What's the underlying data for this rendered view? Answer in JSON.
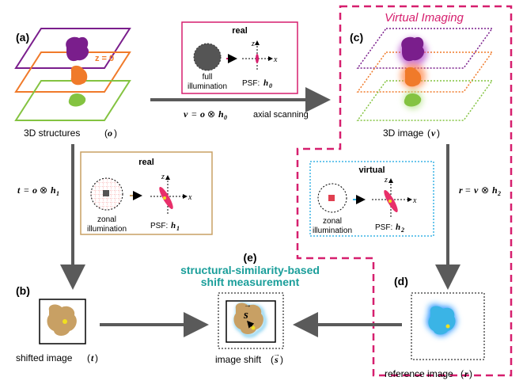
{
  "panels": {
    "a": {
      "tag": "(a)",
      "caption": "3D structures",
      "symbol": "o",
      "plane_label": "z = 0"
    },
    "b": {
      "tag": "(b)",
      "caption": "shifted image",
      "symbol": "t"
    },
    "c": {
      "tag": "(c)",
      "caption": "3D image",
      "symbol": "v",
      "section_title": "Virtual Imaging"
    },
    "d": {
      "tag": "(d)",
      "caption": "reference image",
      "symbol": "r"
    },
    "e": {
      "tag": "(e)",
      "title_line1": "structural-similarity-based",
      "title_line2": "shift measurement",
      "caption": "image shift",
      "symbol": "s",
      "vector_label": "s"
    }
  },
  "insets": {
    "real_full": {
      "title": "real",
      "illum_line1": "full",
      "illum_line2": "illumination",
      "psf_label": "PSF:",
      "psf_symbol": "h",
      "psf_sub": "0",
      "axis_z": "z",
      "axis_x": "x"
    },
    "real_zonal": {
      "title": "real",
      "illum_line1": "zonal",
      "illum_line2": "illumination",
      "psf_label": "PSF:",
      "psf_symbol": "h",
      "psf_sub": "1",
      "axis_z": "z",
      "axis_x": "x"
    },
    "virtual_zonal": {
      "title": "virtual",
      "illum_line1": "zonal",
      "illum_line2": "illumination",
      "psf_label": "PSF:",
      "psf_symbol": "h",
      "psf_sub": "2",
      "axis_z": "z",
      "axis_x": "x"
    }
  },
  "equations": {
    "v": {
      "lhs": "v",
      "op1": "=",
      "a": "o",
      "op2": "⊗",
      "h": "h",
      "sub": "0",
      "note": "axial scanning"
    },
    "t": {
      "lhs": "t",
      "op1": "=",
      "a": "o",
      "op2": "⊗",
      "h": "h",
      "sub": "1"
    },
    "r": {
      "lhs": "r",
      "op1": "=",
      "a": "v",
      "op2": "⊗",
      "h": "h",
      "sub": "2"
    }
  },
  "colors": {
    "purple": "#7a1e8c",
    "orange": "#f07a2a",
    "green": "#84c341",
    "brown": "#c8a064",
    "magenta": "#d61f6e",
    "teal": "#1a9e9a",
    "cyan": "#3ab4e6",
    "blue": "#1e90ff",
    "gray_arrow": "#5a5a5a"
  }
}
